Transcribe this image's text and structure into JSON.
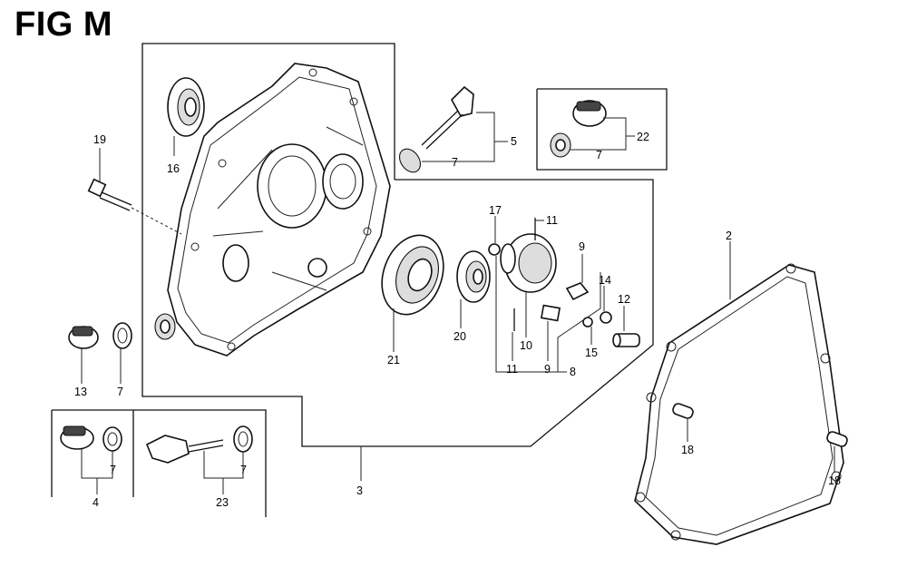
{
  "figure": {
    "title": "FIG M"
  },
  "callouts": {
    "c19": "19",
    "c16": "16",
    "c5": "5",
    "c7_seal_top": "7",
    "c22": "22",
    "c7_right_box": "7",
    "c17": "17",
    "c11_top": "11",
    "c9_top": "9",
    "c2": "2",
    "c14": "14",
    "c12": "12",
    "c21": "21",
    "c20": "20",
    "c10": "10",
    "c15": "15",
    "c11_bottom": "11",
    "c9_bottom": "9",
    "c8": "8",
    "c13": "13",
    "c7_left": "7",
    "c7_plug4": "7",
    "c4": "4",
    "c7_plug23": "7",
    "c23": "23",
    "c3": "3",
    "c18_mid": "18",
    "c18_right": "18"
  }
}
